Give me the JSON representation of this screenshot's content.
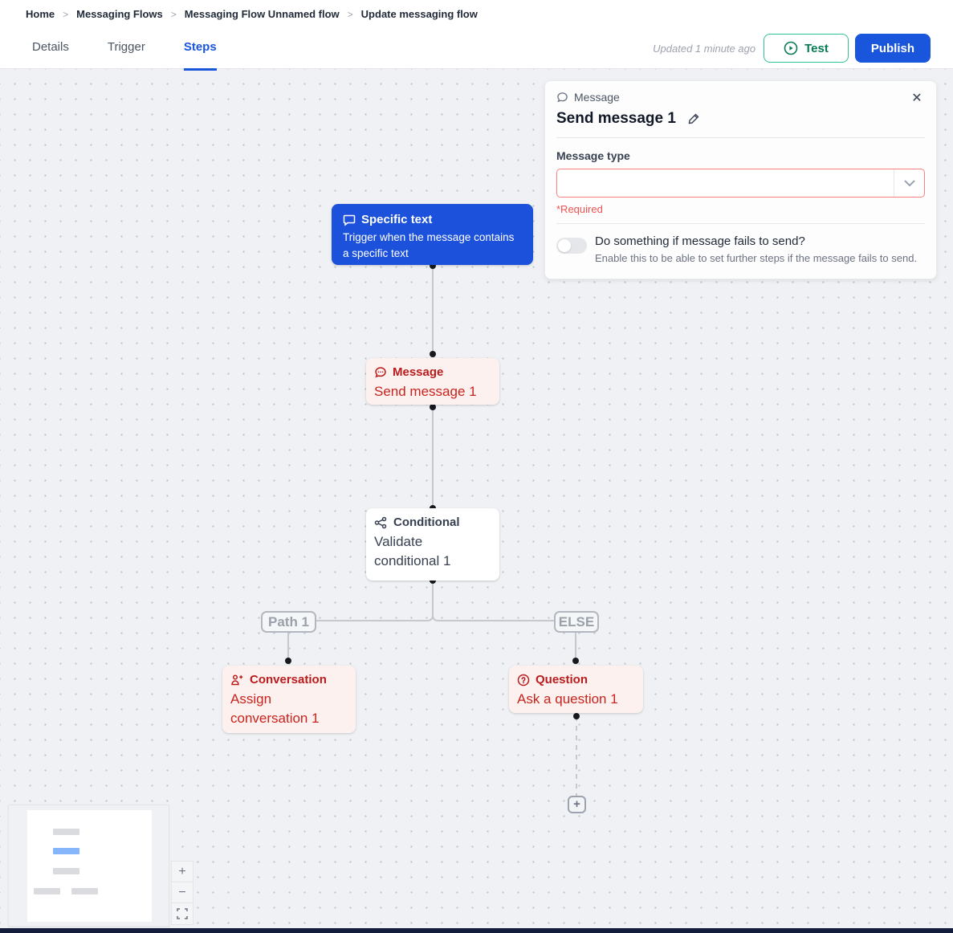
{
  "breadcrumb": {
    "items": [
      "Home",
      "Messaging Flows",
      "Messaging Flow Unnamed flow",
      "Update messaging flow"
    ],
    "separator": ">"
  },
  "tabs": [
    {
      "label": "Details"
    },
    {
      "label": "Trigger"
    },
    {
      "label": "Steps"
    }
  ],
  "header": {
    "updated_text": "Updated 1 minute ago",
    "test_label": "Test",
    "publish_label": "Publish"
  },
  "panel": {
    "type_label": "Message",
    "title": "Send message 1",
    "close_glyph": "✕",
    "field_label": "Message type",
    "field_value": "",
    "required_text": "*Required",
    "toggle_label": "Do something if message fails to send?",
    "toggle_description": "Enable this to be able to set further steps if the message fails to send.",
    "toggle_state": "off"
  },
  "flow": {
    "trigger": {
      "type_label": "Specific text",
      "description": "Trigger when the message contains a specific text"
    },
    "message": {
      "type_label": "Message",
      "name": "Send message 1"
    },
    "conditional": {
      "type_label": "Conditional",
      "name": "Validate conditional 1"
    },
    "branches": {
      "left_label": "Path 1",
      "right_label": "ELSE"
    },
    "conversation": {
      "type_label": "Conversation",
      "name": "Assign conversation 1"
    },
    "question": {
      "type_label": "Question",
      "name": "Ask a question 1"
    },
    "add_step_glyph": "+"
  },
  "zoom_controls": {
    "zoom_in_glyph": "+",
    "zoom_out_glyph": "−"
  },
  "colors": {
    "accent_blue": "#1a56db",
    "trigger_node_blue": "#1c51db",
    "step_node_pink": "#fdf1f0",
    "step_text_red": "#c8231c",
    "test_green": "#057a55",
    "error_red": "#f05252",
    "canvas_bg": "#eff1f4",
    "bottom_bar_navy": "#131c3b"
  }
}
